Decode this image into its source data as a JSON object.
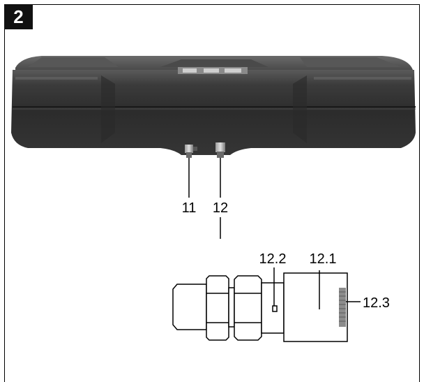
{
  "figure": {
    "number": "2",
    "callouts": {
      "c11": "11",
      "c12": "12",
      "c12_1": "12.1",
      "c12_2": "12.2",
      "c12_3": "12.3"
    }
  }
}
